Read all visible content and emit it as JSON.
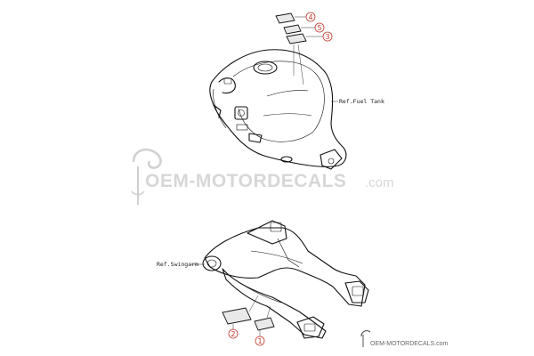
{
  "callouts": {
    "c1": "1",
    "c2": "2",
    "c3": "3",
    "c4": "4",
    "c5": "5"
  },
  "labels": {
    "fuel_tank": "Ref.Fuel Tank",
    "swingarm": "Ref.Swingarm"
  },
  "watermark": {
    "main": "OEM-MOTORDECALS",
    "suffix": ".com",
    "small": "OEM-MOTORDECALS.com"
  },
  "colors": {
    "callout": "#c0392b",
    "line": "#111111",
    "watermark": "#d7d7d7"
  }
}
